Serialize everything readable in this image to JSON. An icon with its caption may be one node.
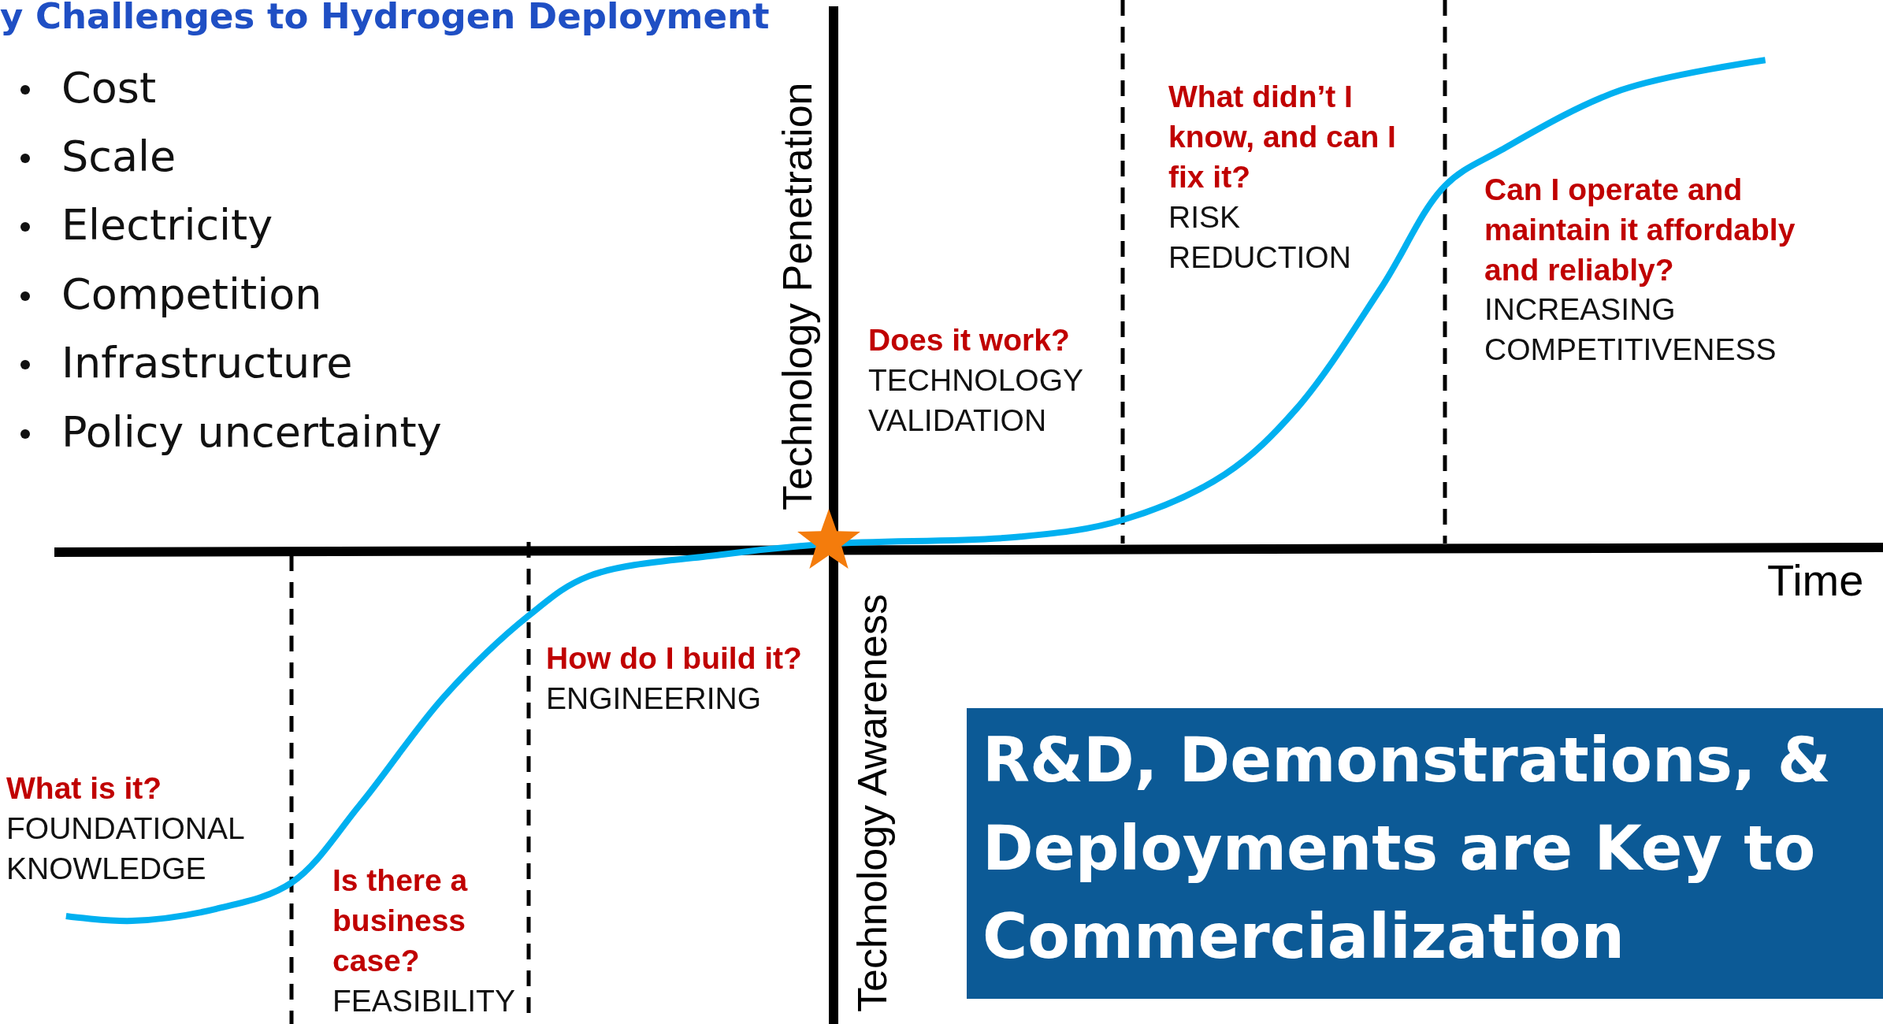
{
  "diagram": {
    "title": "y Challenges to Hydrogen Deployment",
    "nodes": [
      {
        "text": [
          "R&D, Demonstrations, & Deployments are Key to Commercialization"
        ]
      }
    ],
    "labels": [
      "Cost",
      "Scale",
      "Electricity",
      "Competition",
      "Infrastructure",
      "Policy uncertainty",
      "Technology Penetration",
      "What didn’t I know, and can I fix it?",
      "RISK REDUCTION",
      "Can I operate and maintain it affordably and reliably?",
      "INCREASING COMPETITIVENESS",
      "Does it work?",
      "TECHNOLOGY VALIDATION",
      "Time",
      "How do I build it?",
      "ENGINEERING",
      "Technology Awareness",
      "What is it?",
      "FOUNDATIONAL KNOWLEDGE",
      "Is there a business case?",
      "FEASIBILITY"
    ]
  }
}
